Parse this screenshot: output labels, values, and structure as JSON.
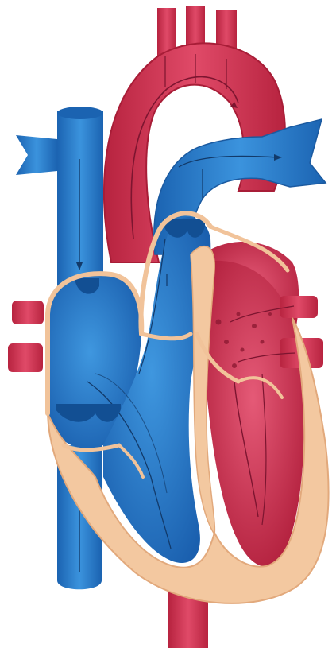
{
  "diagram": {
    "type": "heart-anatomy-illustration",
    "text_labels": [],
    "colors": {
      "oxygen_poor_blue": "#2f86d4",
      "oxygen_poor_blue_dark": "#1b63b1",
      "oxygen_rich_red": "#d93a5a",
      "oxygen_rich_red_dark": "#b7233f",
      "heart_wall_tan": "#f3c8a0",
      "heart_wall_tan_dark": "#e2a97c",
      "flow_line": "#123a6a",
      "flow_line_red": "#7d1530",
      "background": "#ffffff"
    },
    "structures": [
      "aorta-arch",
      "superior-vena-cava",
      "inferior-vena-cava",
      "pulmonary-artery",
      "right-atrium",
      "right-ventricle",
      "left-atrium",
      "left-ventricle",
      "pulmonary-veins",
      "septum",
      "valves"
    ]
  }
}
